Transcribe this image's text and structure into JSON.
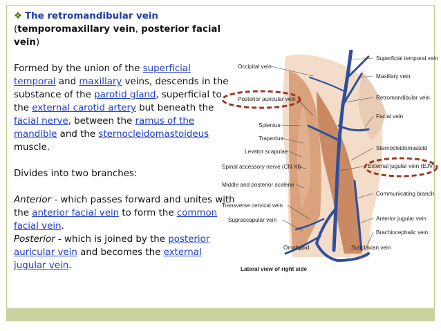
{
  "heading": {
    "bullet": "❖",
    "title": "The retromandibular vein",
    "sub_open": "(",
    "sub_b1": "temporomaxillary vein",
    "sub_sep": ", ",
    "sub_b2": "posterior facial vein",
    "sub_close": ")"
  },
  "para1": {
    "t1": "Formed by the union of the ",
    "l1": "superficial temporal",
    "t2": " and ",
    "l2": "maxillary",
    "t3": " veins, descends in the substance of the ",
    "l3": "parotid gland",
    "t4": ", superficial to the ",
    "l4": "external carotid artery",
    "t5": " but beneath the ",
    "l5": "facial nerve",
    "t6": ", between the ",
    "l6": "ramus of the mandible",
    "t7": " and the ",
    "l7": "sternocleidomastoideus",
    "t8": " muscle."
  },
  "para2": "Divides into two branches:",
  "anterior": {
    "label": "Anterior",
    "t1": " - which passes forward and unites with the ",
    "l1": "anterior facial vein",
    "t2": " to form the ",
    "l2": "common facial vein",
    "t3": "."
  },
  "posterior": {
    "label": "Posterior",
    "t1": " - which is joined by the ",
    "l1": "posterior auricular vein",
    "t2": " and becomes the ",
    "l2": "external jugular vein",
    "t3": "."
  },
  "figure": {
    "left_labels": [
      "Occipital vein",
      "Posterior auricular vein",
      "Splenius",
      "Trapezius",
      "Levator scapulae",
      "Spinal accessory nerve (CN XI)",
      "Middle and posterior scalene",
      "Transverse cervical vein",
      "Suprascapular vein",
      "Omohyoid"
    ],
    "right_labels": [
      "Superficial temporal vein",
      "Maxillary vein",
      "Retromandibular vein",
      "Facial vein",
      "Sternocleidomastoid",
      "External jugular vein (EJV)",
      "Communicating branch",
      "Anterior jugular vein",
      "Brachiocephalic vein",
      "Subclavian vein"
    ],
    "caption": "Lateral view of right side",
    "colors": {
      "vein": "#2d4f9e",
      "muscle": "#c98a63",
      "circle": "#9a3a24"
    }
  }
}
